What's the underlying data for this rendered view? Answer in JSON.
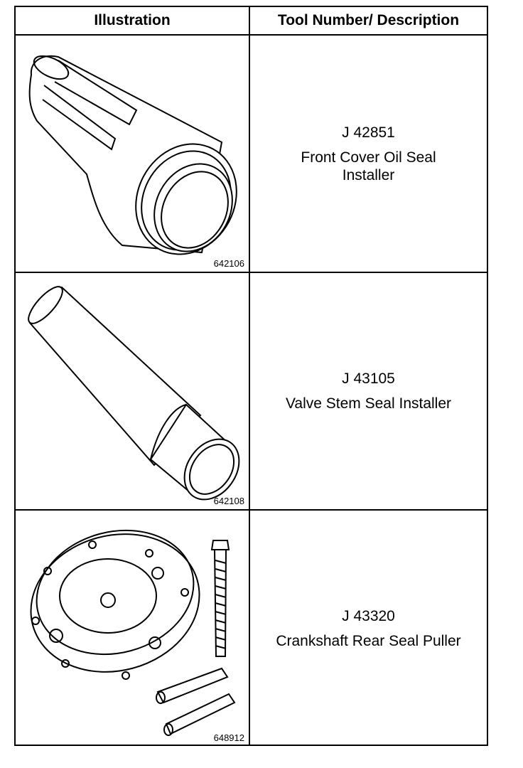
{
  "header": {
    "col1": "Illustration",
    "col2": "Tool Number/ Description"
  },
  "rows": [
    {
      "figure_number": "642106",
      "tool_number": "J 42851",
      "description_line1": "Front Cover Oil Seal",
      "description_line2": "Installer"
    },
    {
      "figure_number": "642108",
      "tool_number": "J 43105",
      "description_line1": "Valve Stem Seal Installer",
      "description_line2": ""
    },
    {
      "figure_number": "648912",
      "tool_number": "J 43320",
      "description_line1": "Crankshaft Rear Seal Puller",
      "description_line2": ""
    }
  ]
}
